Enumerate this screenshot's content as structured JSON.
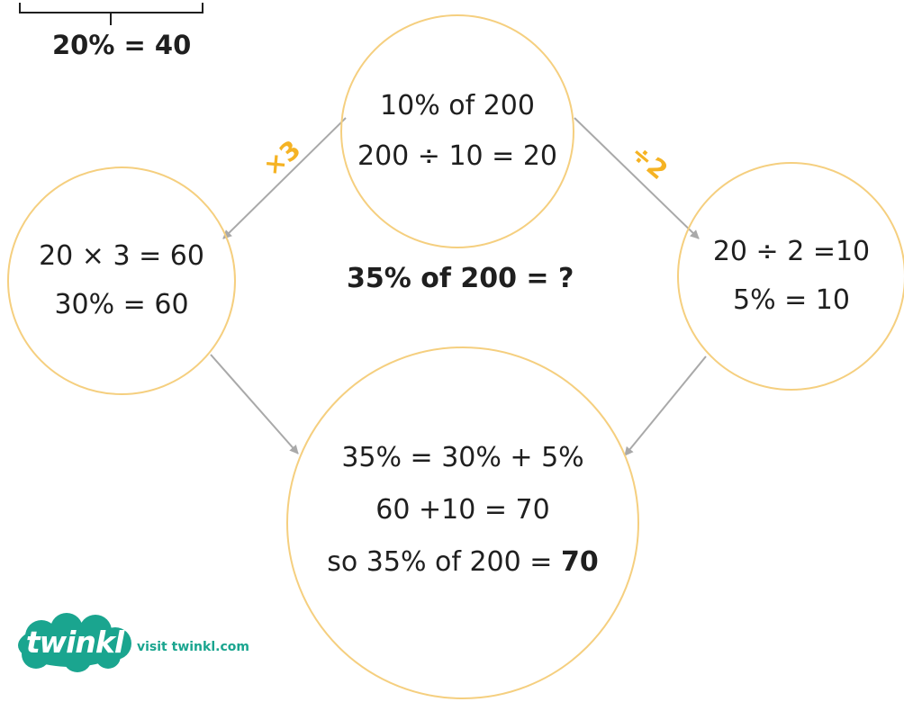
{
  "top_left": {
    "bracket_label": "20% = 40"
  },
  "operators": {
    "left": "×3",
    "right": "÷2"
  },
  "circles": {
    "top": {
      "line1": "10% of 200",
      "line2": "200 ÷ 10 = 20"
    },
    "left": {
      "line1": "20 × 3 = 60",
      "line2": "30% = 60"
    },
    "right": {
      "line1": "20 ÷ 2 =10",
      "line2": "5% = 10"
    },
    "bottom": {
      "line1": "35% = 30% + 5%",
      "line2": "60 +10 = 70",
      "line3_prefix": "so 35% of 200 = ",
      "line3_answer": "70"
    }
  },
  "question": "35% of 200 = ?",
  "footer": {
    "logo_text": "twinkl",
    "visit_text": "visit twinkl.com"
  },
  "colors": {
    "circle_border": "#f5cf7f",
    "operator": "#f5b324",
    "arrow": "#a9a9a9",
    "logo_green": "#1aa58f",
    "text": "#1f1f1f"
  }
}
